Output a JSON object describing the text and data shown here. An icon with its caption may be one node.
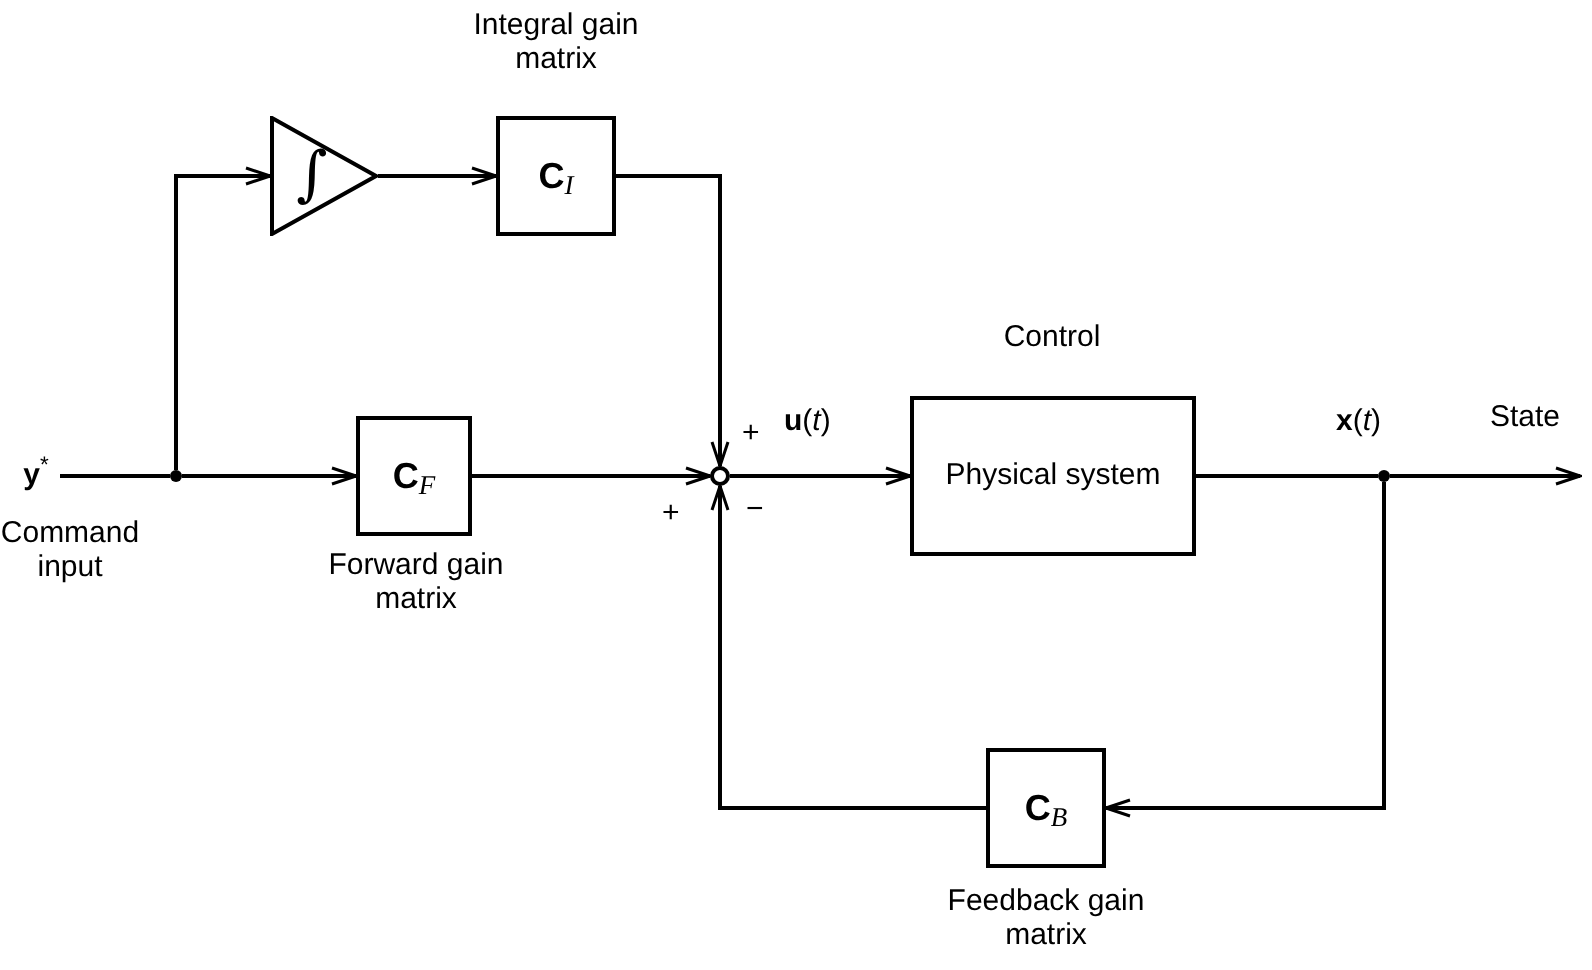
{
  "diagram": {
    "nodes": [
      {
        "text": [
          "**y**$^{*}$"
        ],
        "beside": [
          "Command input"
        ]
      },
      {
        "text": [],
        "shape": "dot"
      },
      {
        "text": [
          "∫"
        ]
      },
      {
        "text": [
          "**C**$_{I}$"
        ],
        "beside": [
          "Integral gain matrix"
        ]
      },
      {
        "text": [
          "**C**$_{F}$"
        ],
        "beside": [
          "Forward gain matrix"
        ]
      },
      {
        "text": [],
        "shape": "circle"
      },
      {
        "text": [
          "Physical system"
        ],
        "beside": [
          "Control"
        ]
      },
      {
        "text": [],
        "shape": "dot"
      },
      {
        "text": [
          "**C**$_{B}$"
        ],
        "beside": [
          "Feedback gain matrix"
        ]
      }
    ],
    "edges": [
      {
        "from": 0,
        "to": 1,
        "arrow": "none"
      },
      {
        "from": 1,
        "to": 2,
        "arrow": "to"
      },
      {
        "from": 2,
        "to": 3,
        "arrow": "to"
      },
      {
        "from": 3,
        "to": 5,
        "arrow": "to"
      },
      {
        "from": 1,
        "to": 4,
        "arrow": "to"
      },
      {
        "from": 4,
        "to": 5,
        "arrow": "to"
      },
      {
        "from": 5,
        "to": 6,
        "arrow": "to",
        "label": "**u**(*t*)"
      },
      {
        "from": 6,
        "to": 7,
        "arrow": "none",
        "label": "**x**(*t*)"
      },
      {
        "from": 7,
        "to": null,
        "arrow": "to"
      },
      {
        "from": 7,
        "to": 8,
        "arrow": "to"
      },
      {
        "from": 8,
        "to": 5,
        "arrow": "to"
      }
    ],
    "labels": [
      "+",
      "+",
      "−",
      "State"
    ]
  }
}
